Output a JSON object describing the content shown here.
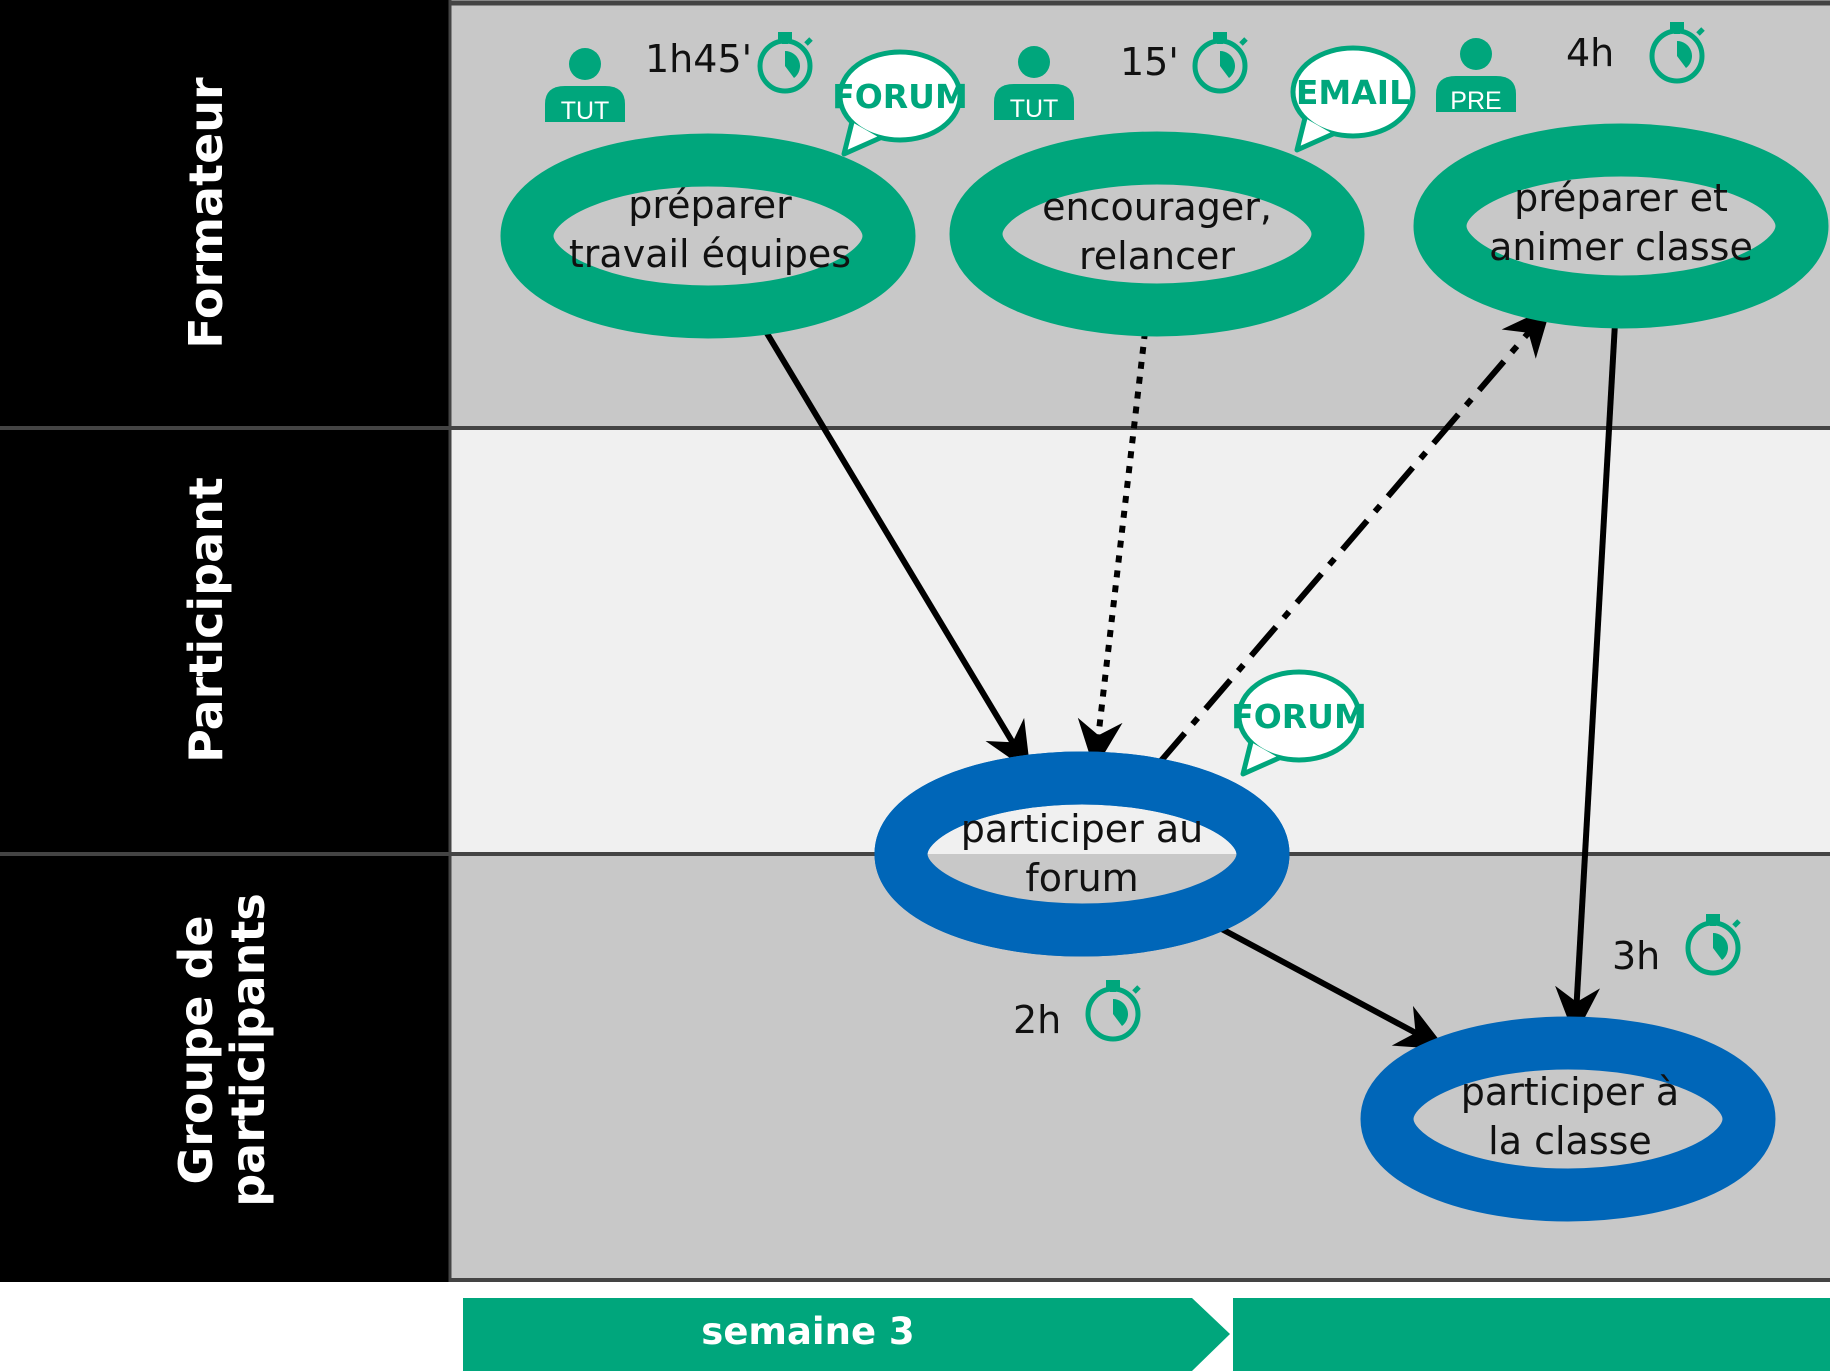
{
  "lanes": [
    {
      "label": "Formateur"
    },
    {
      "label": "Participant"
    },
    {
      "label_line1": "Groupe de",
      "label_line2": "participants"
    }
  ],
  "nodes": {
    "preparer_travail": {
      "line1": "préparer",
      "line2": "travail équipes",
      "color": "#00a67c"
    },
    "encourager": {
      "line1": "encourager,",
      "line2": "relancer",
      "color": "#00a67c"
    },
    "preparer_classe": {
      "line1": "préparer et",
      "line2": "animer classe",
      "color": "#00a67c"
    },
    "participer_forum": {
      "line1": "participer au",
      "line2": "forum",
      "color": "#0066b8"
    },
    "participer_classe": {
      "line1": "participer à",
      "line2": "la classe",
      "color": "#0066b8"
    }
  },
  "durations": {
    "preparer_travail": "1h45'",
    "encourager": "15'",
    "preparer_classe": "4h",
    "participer_forum": "2h",
    "participer_classe": "3h"
  },
  "roles": {
    "tut1": "TUT",
    "tut2": "TUT",
    "pre": "PRE"
  },
  "bubbles": {
    "forum1": "FORUM",
    "email": "EMAIL",
    "forum2": "FORUM"
  },
  "timeline": {
    "week": "semaine 3"
  },
  "colors": {
    "accent_green": "#00a67c",
    "accent_blue": "#0066b8",
    "lane_dark": "#c8c8c8",
    "lane_light": "#f0f0f0",
    "header_bg": "#000000"
  }
}
